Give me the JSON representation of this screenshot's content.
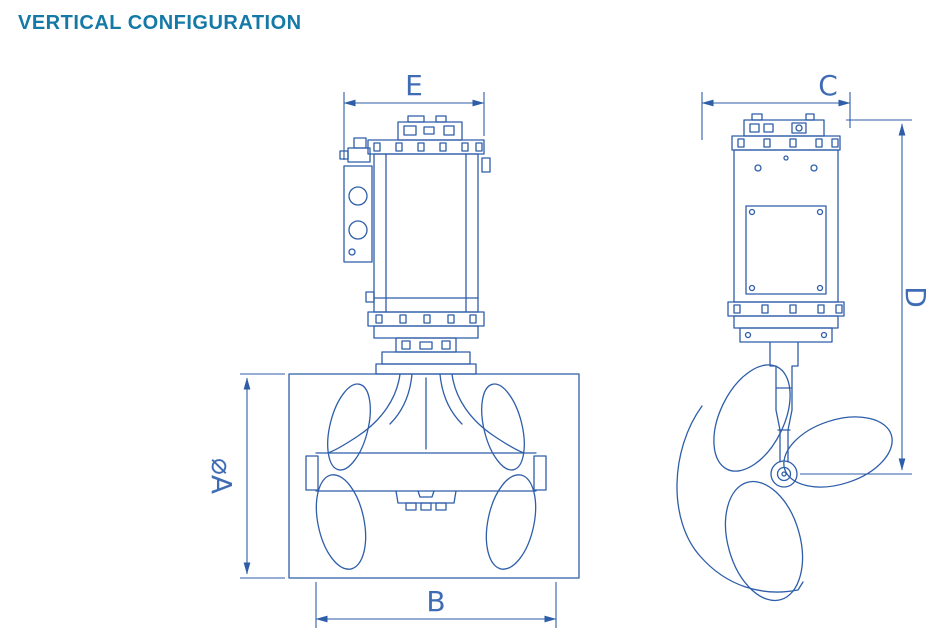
{
  "title": "VERTICAL CONFIGURATION",
  "colors": {
    "title": "#1579a8",
    "line": "#2e5ea9",
    "dim-text": "#3f6cb4",
    "background": "#ffffff"
  },
  "drawing": {
    "description": "Technical line drawing of a vertical thruster in two views with dimension callouts",
    "front_view": {
      "label": "front-view",
      "dims": {
        "top": "E",
        "left": "⌀A",
        "bottom": "B"
      }
    },
    "side_view": {
      "label": "side-view",
      "dims": {
        "top": "C",
        "right": "D"
      }
    }
  }
}
